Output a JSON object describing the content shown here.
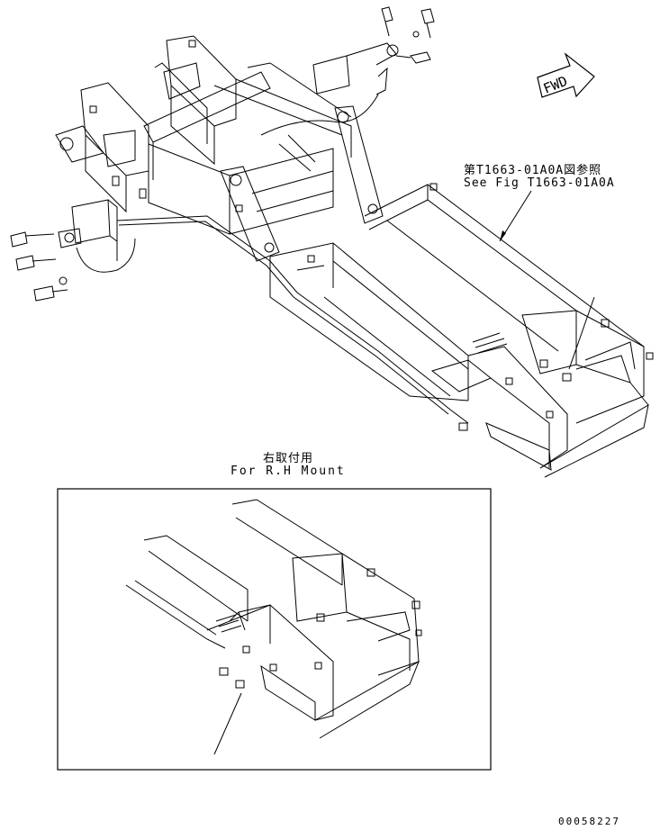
{
  "labels": {
    "reference_jp": "第T1663-01A0A図参照",
    "reference_en": "See Fig T1663-01A0A",
    "mount_jp": "右取付用",
    "mount_en": "For R.H  Mount",
    "fwd": "FWD",
    "document_number": "00058227"
  },
  "colors": {
    "line": "#000000",
    "background": "#ffffff"
  }
}
